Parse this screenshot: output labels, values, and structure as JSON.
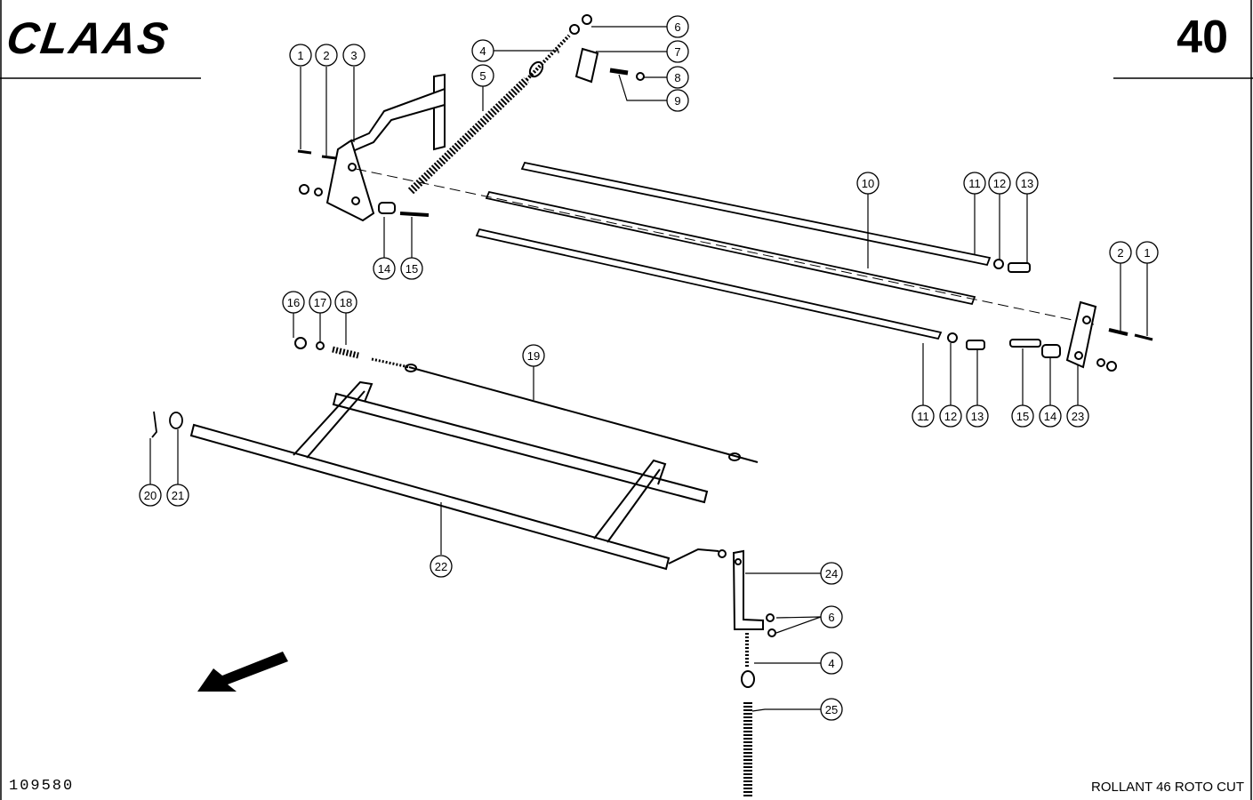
{
  "header": {
    "brand": "CLAAS",
    "page_number": "40"
  },
  "footer": {
    "drawing_number": "109580",
    "model": "ROLLANT 46 ROTO CUT"
  },
  "callouts": [
    "1",
    "2",
    "3",
    "4",
    "5",
    "6",
    "7",
    "8",
    "9",
    "10",
    "11",
    "12",
    "13",
    "14",
    "15",
    "1",
    "2",
    "16",
    "17",
    "18",
    "19",
    "11",
    "12",
    "13",
    "15",
    "14",
    "23",
    "20",
    "21",
    "22",
    "24",
    "6",
    "4",
    "25"
  ]
}
